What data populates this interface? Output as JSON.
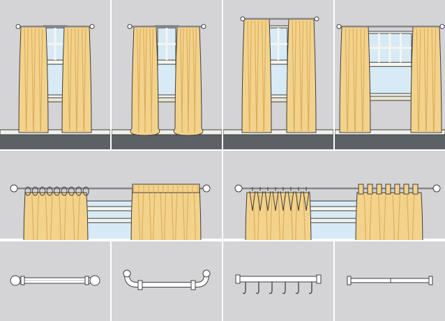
{
  "colors": {
    "wall": "#d4d4d6",
    "floor": "#5c6166",
    "curtain": "#f3d28b",
    "curtain_fold": "#d9ad5c",
    "outline": "#3e3e3e",
    "glass": "#d7eaf5",
    "frame": "#f5f5ef",
    "sill": "#e8e4cf"
  },
  "rows": [
    {
      "name": "full-length-curtain-scenes",
      "panels": [
        {
          "style": "curtain-just-above-floor",
          "rod": "ball-finial"
        },
        {
          "style": "curtain-puddling-on-floor",
          "rod": "ball-finial"
        },
        {
          "style": "curtain-mounted-high-to-floor",
          "rod": "ball-finial"
        },
        {
          "style": "curtain-wide-mount-to-floor",
          "rod": "ball-finial"
        }
      ]
    },
    {
      "name": "curtain-heading-closeups",
      "panels": [
        {
          "heading": "ring-top",
          "rod": "ball-finial"
        },
        {
          "heading": "rod-pocket",
          "rod": "ball-finial"
        },
        {
          "heading": "pinch-pleat",
          "rod": "ball-finial"
        },
        {
          "heading": "tab-top",
          "rod": "plain"
        }
      ]
    },
    {
      "name": "curtain-rod-types",
      "panels": [
        {
          "rod": "ball-finial-rod"
        },
        {
          "rod": "wraparound-rod"
        },
        {
          "rod": "track-with-hooks"
        },
        {
          "rod": "tension-rod"
        }
      ]
    }
  ]
}
